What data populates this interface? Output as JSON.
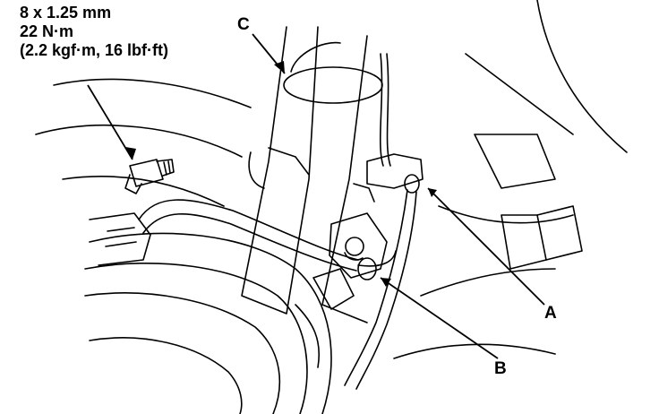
{
  "torque_spec": {
    "bolt_size": "8 x 1.25 mm",
    "torque_nm": "22 N·m",
    "torque_alt": "(2.2 kgf·m, 16 lbf·ft)"
  },
  "callouts": {
    "a": "A",
    "b": "B",
    "c": "C"
  },
  "colors": {
    "ink": "#000000",
    "paper": "#ffffff"
  }
}
